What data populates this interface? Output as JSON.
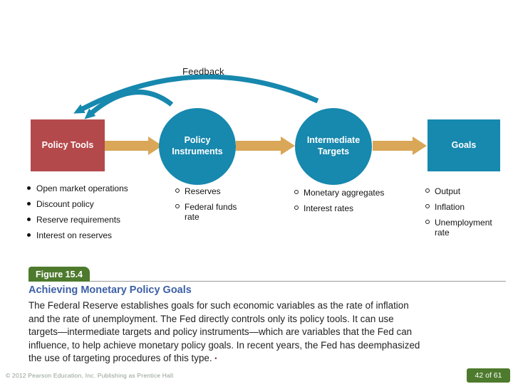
{
  "slide": {
    "feedback_label": "Feedback",
    "nodes": [
      {
        "label": "Policy Tools",
        "shape": "rectangle",
        "color": "#b4494c"
      },
      {
        "label": "Policy Instruments",
        "shape": "circle",
        "color": "#1788ae"
      },
      {
        "label": "Intermediate Targets",
        "shape": "circle",
        "color": "#1788ae"
      },
      {
        "label": "Goals",
        "shape": "rectangle",
        "color": "#1788ae"
      }
    ],
    "lists": [
      {
        "under": "Policy Tools",
        "items": [
          "Open market operations",
          "Discount policy",
          "Reserve requirements",
          "Interest on reserves"
        ]
      },
      {
        "under": "Policy Instruments",
        "items": [
          "Reserves",
          "Federal funds rate"
        ]
      },
      {
        "under": "Intermediate Targets",
        "items": [
          "Monetary aggregates",
          "Interest rates"
        ]
      },
      {
        "under": "Goals",
        "items": [
          "Output",
          "Inflation",
          "Unemployment rate"
        ]
      }
    ],
    "figure_tag": "Figure 15.4",
    "figure_title": "Achieving Monetary Policy Goals",
    "body_lines": [
      "The Federal Reserve establishes goals for such economic variables as the rate of inflation",
      "and the rate of unemployment. The Fed directly controls only its policy tools. It can use",
      "targets—intermediate targets and policy instruments—which are variables that the Fed can",
      "influence, to help achieve monetary policy goals. In recent years, the Fed has deemphasized",
      "the use of targeting procedures of this type."
    ],
    "body_end_mark": "•",
    "footer_copyright": "© 2012 Pearson Education, Inc. Publishing as Prentice Hall",
    "page_indicator": "42 of 61",
    "colors": {
      "policy_tools_red": "#b4494c",
      "teal": "#1788ae",
      "arrow_tan": "#d9a757",
      "green": "#4d7a2d",
      "title_blue": "#3c5fa6"
    }
  }
}
